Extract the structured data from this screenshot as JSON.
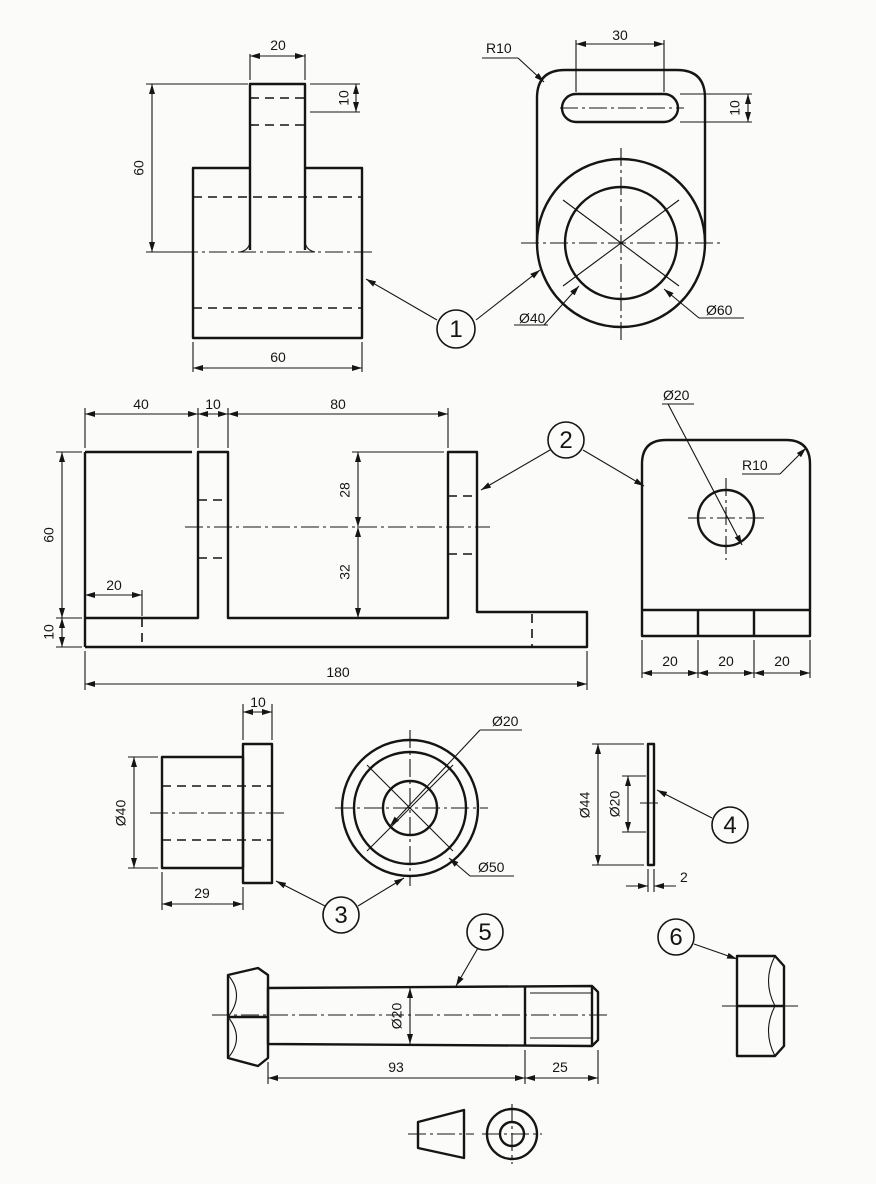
{
  "dimensions": {
    "p1_boss_width": "20",
    "p1_slot_width": "10",
    "p1_height": "60",
    "p1_base_width": "60",
    "p1_radius": "R10",
    "p1_slot_length": "30",
    "p1_slot_height": "10",
    "p1_inner_dia": "Ø40",
    "p1_outer_dia": "Ø60",
    "p2_left": "40",
    "p2_web": "10",
    "p2_span": "80",
    "p2_upper": "28",
    "p2_lower": "32",
    "p2_height": "60",
    "p2_base_thk": "10",
    "p2_hole_offset": "20",
    "p2_total_length": "180",
    "p2_hole_dia": "Ø20",
    "p2_radius": "R10",
    "p2_seg1": "20",
    "p2_seg2": "20",
    "p2_seg3": "20",
    "p3_collar": "10",
    "p3_dia": "Ø40",
    "p3_length": "29",
    "p3_bore": "Ø20",
    "p3_outer": "Ø50",
    "p4_outer": "Ø44",
    "p4_inner": "Ø20",
    "p4_thk": "2",
    "p5_dia": "Ø20",
    "p5_length": "93",
    "p5_thread": "25"
  },
  "balloons": {
    "b1": "1",
    "b2": "2",
    "b3": "3",
    "b4": "4",
    "b5": "5",
    "b6": "6"
  }
}
